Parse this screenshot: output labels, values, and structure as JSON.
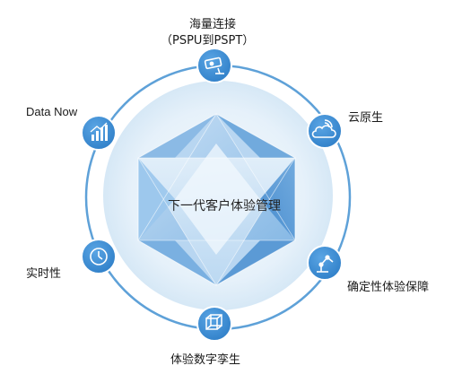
{
  "center": {
    "label": "下一代客户体验管理"
  },
  "nodes": [
    {
      "id": "connect",
      "label_lines": [
        "海量连接",
        "（PSPU到PSPT）"
      ],
      "icon": "camera-icon"
    },
    {
      "id": "cloud",
      "label_lines": [
        "云原生"
      ],
      "icon": "cloud-wifi-icon"
    },
    {
      "id": "assurance",
      "label_lines": [
        "确定性体验保障"
      ],
      "icon": "robot-arm-icon"
    },
    {
      "id": "twin",
      "label_lines": [
        "体验数字孪生"
      ],
      "icon": "cube-icon"
    },
    {
      "id": "realtime",
      "label_lines": [
        "实时性"
      ],
      "icon": "clock-icon"
    },
    {
      "id": "data",
      "label_lines": [
        "Data Now"
      ],
      "icon": "bar-chart-icon"
    }
  ],
  "colors": {
    "ring": "#5ea1d8",
    "node": "#3f8fd2",
    "inner_disk": "#e3f0f9",
    "crystal_light": "#cfe3f5",
    "crystal_mid": "#8fbfe8",
    "crystal_dark": "#4a8fd0"
  }
}
